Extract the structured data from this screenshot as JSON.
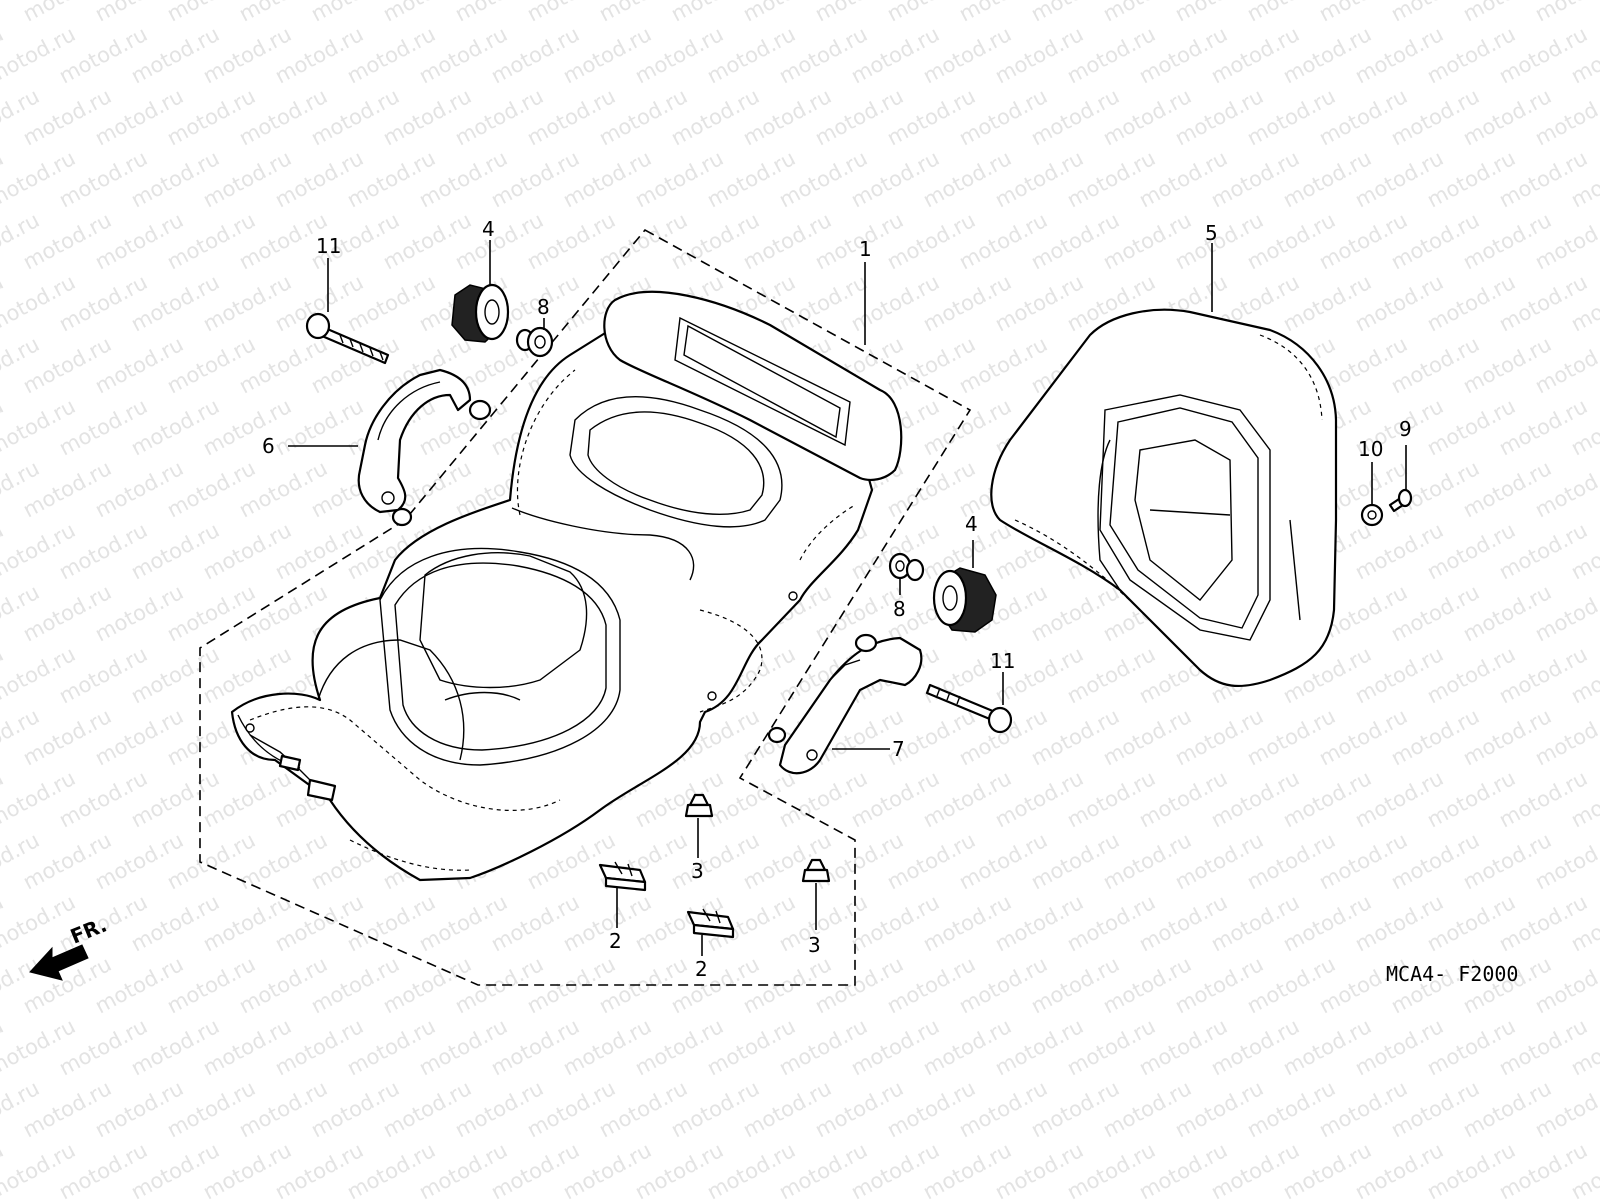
{
  "watermark_text": "motod.ru",
  "diagram_code": "MCA4- F2000",
  "front_indicator": "FR.",
  "callouts": {
    "seat": "1",
    "clip_left": "2",
    "clip_right": "2",
    "nut_left": "3",
    "nut_right": "3",
    "knob_left": "4",
    "knob_right": "4",
    "backrest": "5",
    "armrest_left": "6",
    "armrest_right": "7",
    "collar_left": "8",
    "collar_right": "8",
    "screw": "9",
    "washer": "10",
    "bolt_left": "11",
    "bolt_right": "11"
  },
  "colors": {
    "ink": "#000000",
    "watermark": "#e3e3e3",
    "paper": "#ffffff"
  }
}
